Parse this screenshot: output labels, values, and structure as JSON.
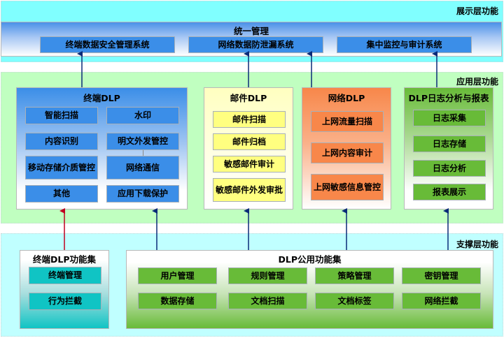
{
  "layers": {
    "presentation": {
      "label": "展示层功能"
    },
    "application": {
      "label": "应用层功能"
    },
    "support": {
      "label": "支撑层功能"
    }
  },
  "unified_management": {
    "title": "统一管理",
    "systems": [
      "终端数据安全管理系统",
      "网络数据防泄漏系统",
      "集中监控与审计系统"
    ]
  },
  "endpoint_dlp": {
    "title": "终端DLP",
    "items": [
      "智能扫描",
      "水印",
      "内容识别",
      "明文外发管控",
      "移动存储介质管控",
      "网络通信",
      "其他",
      "应用下载保护"
    ]
  },
  "mail_dlp": {
    "title": "邮件DLP",
    "items": [
      "邮件扫描",
      "邮件归档",
      "敏感邮件审计",
      "敏感邮件外发审批"
    ]
  },
  "network_dlp": {
    "title": "网络DLP",
    "items": [
      "上网流量扫描",
      "上网内容审计",
      "上网敏感信息管控"
    ]
  },
  "log_analysis": {
    "title": "DLP日志分析与报表",
    "items": [
      "日志采集",
      "日志存储",
      "日志分析",
      "报表展示"
    ]
  },
  "endpoint_feature_set": {
    "title": "终端DLP功能集",
    "items": [
      "终端管理",
      "行为拦截"
    ]
  },
  "common_feature_set": {
    "title": "DLP公用功能集",
    "items": [
      "用户管理",
      "规则管理",
      "策略管理",
      "密钥管理",
      "数据存储",
      "文档扫描",
      "文档标签",
      "网络拦截"
    ]
  },
  "colors": {
    "presentation_layer": "#80ffff",
    "application_layer": "#c0ffc0",
    "support_layer": "#c0ffff",
    "blue_box": "#3b8ee8",
    "yellow_box": "#ffff80",
    "orange_box": "#f8874a",
    "green_box": "#68bb38",
    "teal_box": "#10c4c4",
    "arrow_blue": "#0a2a78",
    "arrow_red": "#c00020"
  }
}
